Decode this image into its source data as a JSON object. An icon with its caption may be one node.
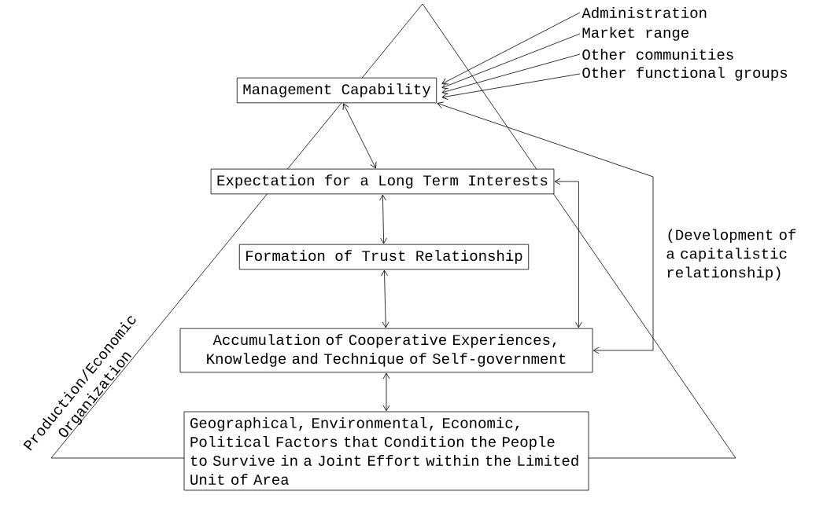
{
  "diagram": {
    "nodes": [
      {
        "text": [
          "Management Capability"
        ]
      },
      {
        "text": [
          "Expectation for a Long Term Interests"
        ]
      },
      {
        "text": [
          "Formation of Trust Relationship"
        ]
      },
      {
        "text": [
          "Accumulation of Cooperative Experiences, Knowledge and Technique of Self-government"
        ]
      },
      {
        "text": [
          "Geographical, Environmental, Economic, Political Factors that Condition the People to Survive in a Joint Effort within the Limited Unit of Area"
        ]
      },
      {
        "text": [
          "Administration"
        ]
      },
      {
        "text": [
          "Market range"
        ]
      },
      {
        "text": [
          "Other communities"
        ]
      },
      {
        "text": [
          "Other functional groups"
        ]
      }
    ],
    "edges": [
      {
        "from": 0,
        "to": 1,
        "arrow": "both"
      },
      {
        "from": 1,
        "to": 2,
        "arrow": "both"
      },
      {
        "from": 2,
        "to": 3,
        "arrow": "both"
      },
      {
        "from": 3,
        "to": 4,
        "arrow": "both"
      },
      {
        "from": 5,
        "to": 0,
        "arrow": "to"
      },
      {
        "from": 6,
        "to": 0,
        "arrow": "to"
      },
      {
        "from": 7,
        "to": 0,
        "arrow": "to"
      },
      {
        "from": 8,
        "to": 0,
        "arrow": "to"
      },
      {
        "from": 1,
        "to": 3,
        "arrow": "both"
      },
      {
        "from": 0,
        "to": 3,
        "arrow": "both",
        "label": "(Development of a capitalistic relationship)"
      }
    ],
    "labels": [
      "Production/Economic Organization"
    ]
  }
}
